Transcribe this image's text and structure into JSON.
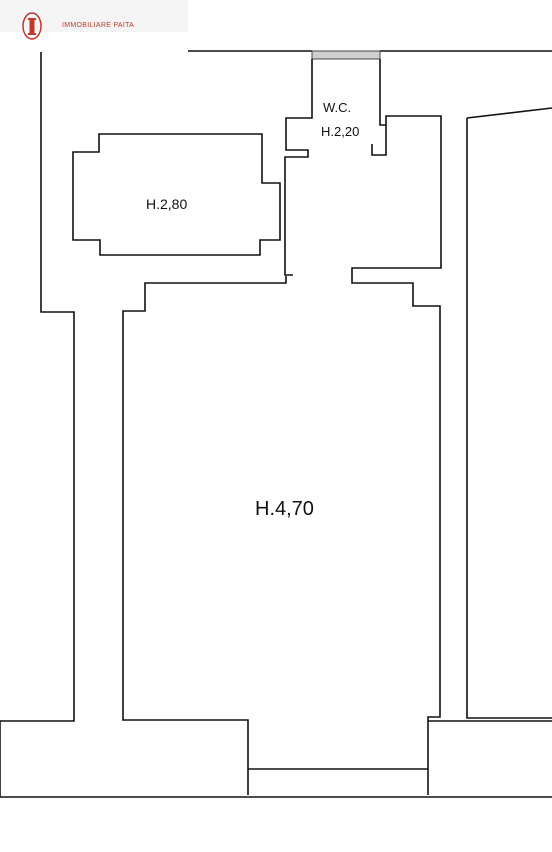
{
  "logo": {
    "brand": "IMMOBILIARE PAITA",
    "mark": "column-logo-icon",
    "color": "#c0392b"
  },
  "rooms": {
    "wc_name": "W.C.",
    "wc_height": "H.2,20",
    "room_height": "H.2,80",
    "main_height": "H.4,70"
  }
}
